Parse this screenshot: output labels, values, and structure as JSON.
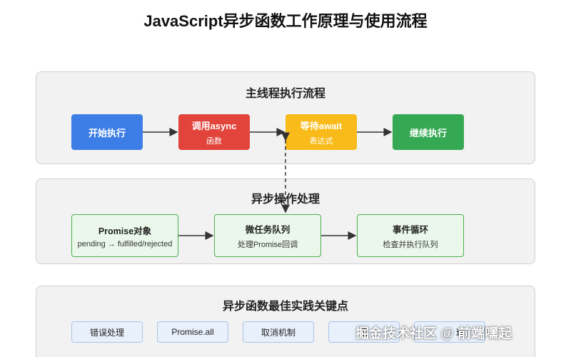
{
  "title": "JavaScript异步函数工作原理与使用流程",
  "main_thread": {
    "title": "主线程执行流程",
    "steps": [
      {
        "label": "开始执行",
        "sub": "",
        "color": "#3d7ee6"
      },
      {
        "label": "调用async",
        "sub": "函数",
        "color": "#e2433a"
      },
      {
        "label": "等待await",
        "sub": "表达式",
        "color": "#f8bb1a"
      },
      {
        "label": "继续执行",
        "sub": "",
        "color": "#34a853"
      }
    ]
  },
  "async_ops": {
    "title": "异步操作处理",
    "steps": [
      {
        "label": "Promise对象",
        "sub": "pending → fulfilled/rejected"
      },
      {
        "label": "微任务队列",
        "sub": "处理Promise回调"
      },
      {
        "label": "事件循环",
        "sub": "检查并执行队列"
      }
    ]
  },
  "best_practices": {
    "title": "异步函数最佳实践关键点",
    "items": [
      "错误处理",
      "Promise.all",
      "取消机制",
      "限",
      "理"
    ]
  },
  "watermark": "掘金技术社区 @ 前端嘿起"
}
